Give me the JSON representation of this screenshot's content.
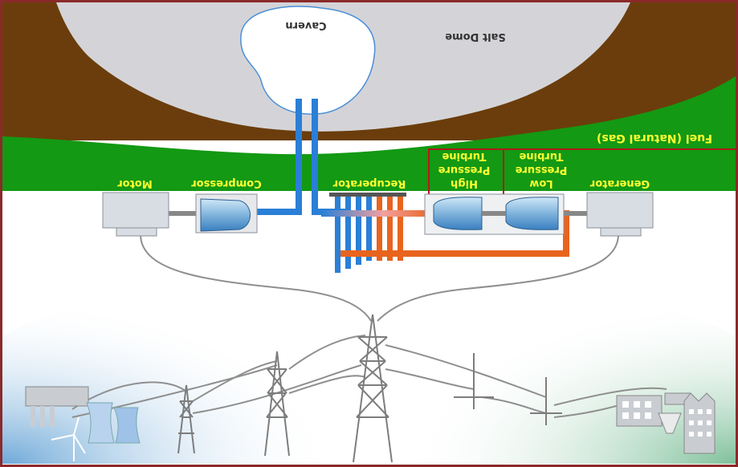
{
  "diagram": {
    "labels": {
      "cavern": "Cavern",
      "salt_dome": "Salt Dome",
      "fuel": "Fuel (Natural Gas)",
      "motor": "Motor",
      "compressor": "Compressor",
      "recuperator": "Recuperator",
      "hp_turbine_1": "High",
      "hp_turbine_2": "Pressure",
      "hp_turbine_3": "Turbine",
      "lp_turbine_1": "Low",
      "lp_turbine_2": "Pressure",
      "lp_turbine_3": "Turbine",
      "generator": "Generator"
    },
    "colors": {
      "frame": "#8a2a2a",
      "earth": "#6b3d0c",
      "salt": "#d4d4d8",
      "grass": "#139913",
      "label_text": "#ffff33",
      "air_pipe": "#2a7fd6",
      "hot_pipe": "#e8641e",
      "fuel_line": "#b01a1a",
      "equipment": "#d8dde3",
      "cable": "#8f8f8f"
    }
  }
}
